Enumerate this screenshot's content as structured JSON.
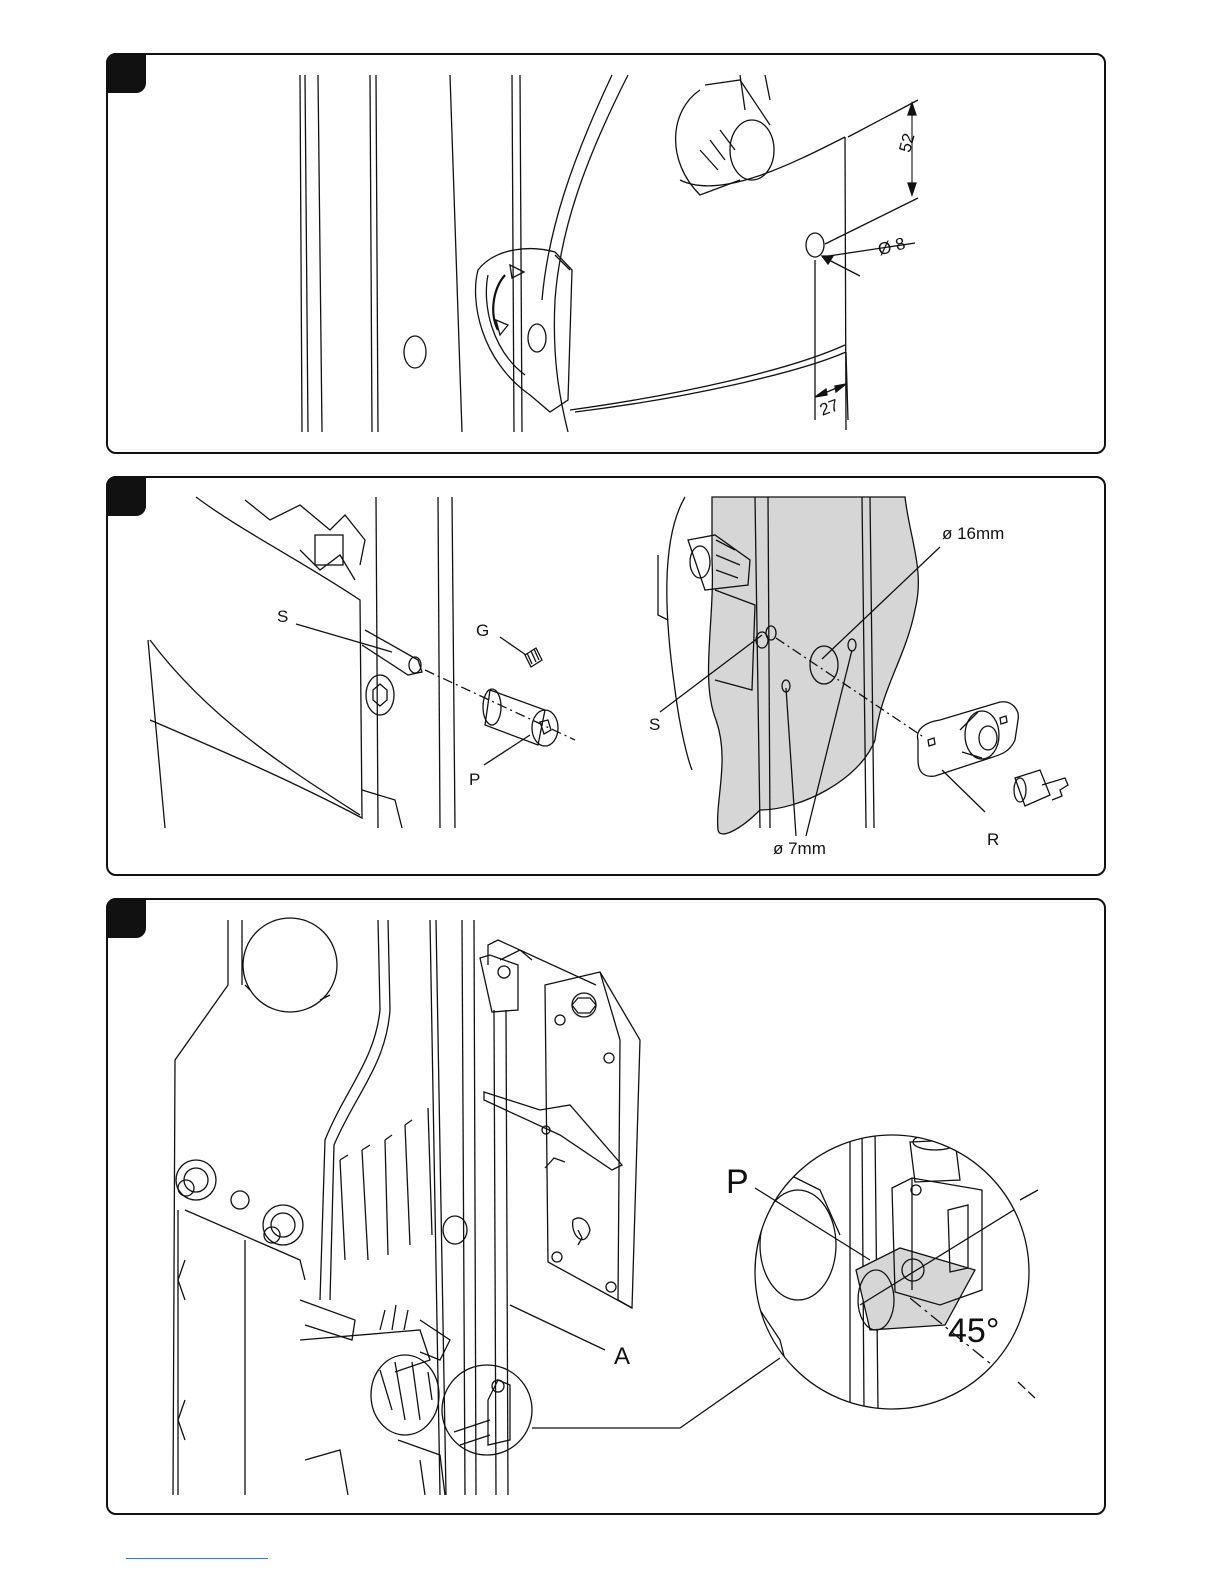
{
  "panel1": {
    "dim_52": "52",
    "dim_dia8": "Ø 8",
    "dim_27": "27"
  },
  "panel2": {
    "label_S_left": "S",
    "label_G": "G",
    "label_P": "P",
    "label_dia16": "ø 16mm",
    "label_S_right": "S",
    "label_dia7": "ø 7mm",
    "label_R": "R"
  },
  "panel3": {
    "label_P": "P",
    "label_A": "A",
    "label_angle": "45°"
  },
  "colors": {
    "ink": "#111111",
    "shade": "#d6d6d6",
    "footer_rule": "#4a6fd0"
  }
}
